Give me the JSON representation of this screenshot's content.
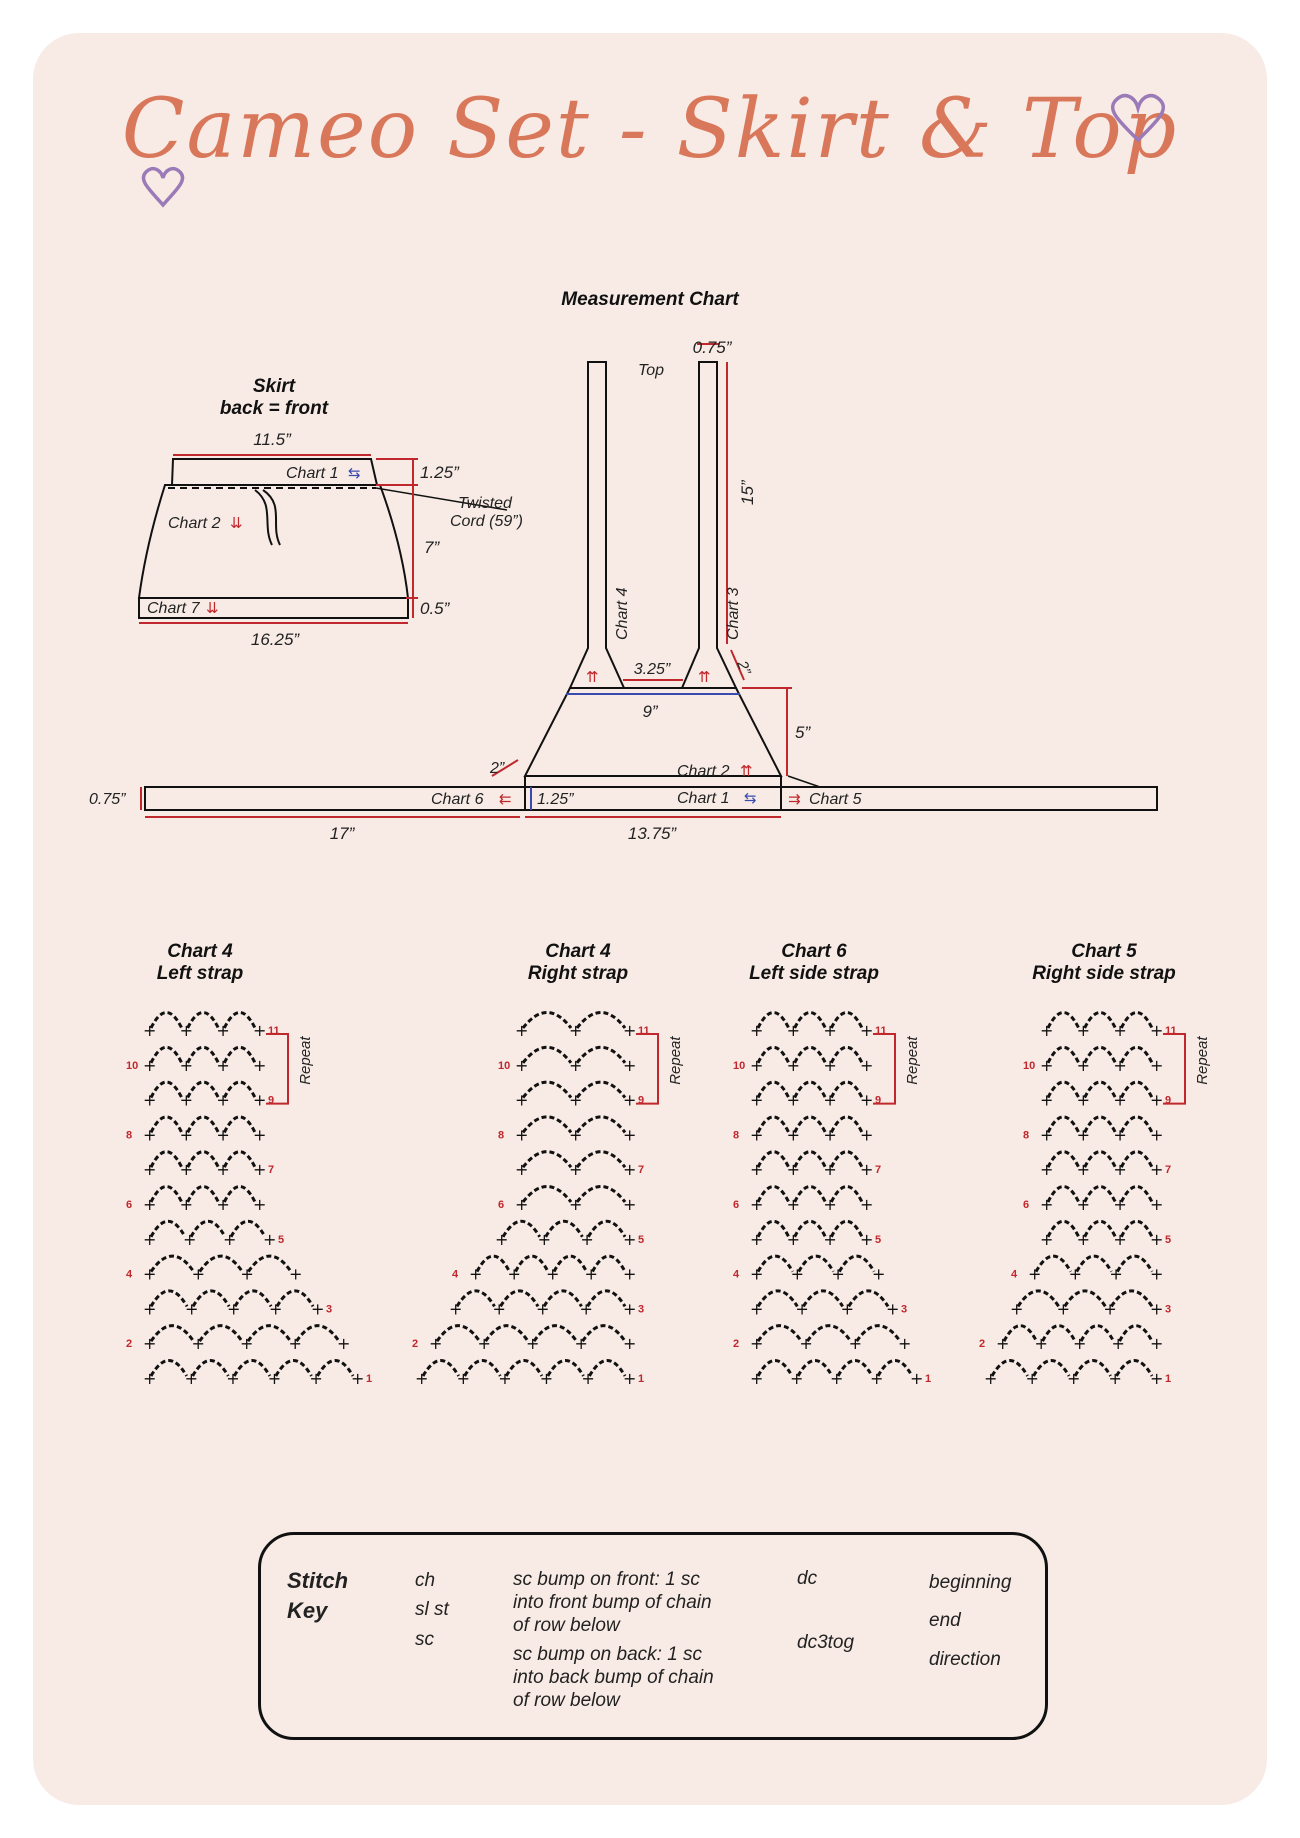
{
  "title": "Cameo Set - Skirt & Top",
  "measurement_chart": {
    "heading": "Measurement Chart",
    "skirt": {
      "title": "Skirt",
      "subtitle": "back = front",
      "top_width": "11.5”",
      "bottom_width": "16.25”",
      "band_height": "1.25”",
      "body_height": "7”",
      "hem_height": "0.5”",
      "chart1": "Chart 1",
      "chart2": "Chart 2",
      "chart7": "Chart 7",
      "cord_line1": "Twisted",
      "cord_line2": "Cord (59”)"
    },
    "top": {
      "label": "Top",
      "strap_width": "0.75”",
      "strap_length": "15”",
      "chart4": "Chart 4",
      "chart3": "Chart 3",
      "gap": "3.25”",
      "upper_width": "9”",
      "height": "5”",
      "diag": "2”",
      "side_diag": "2”",
      "chart2": "Chart 2",
      "chart1": "Chart 1",
      "chart6": "Chart 6",
      "chart5": "Chart 5",
      "band": "1.25”",
      "band_height": "0.75”",
      "left_length": "17”",
      "base_width": "13.75”"
    }
  },
  "stitch_charts": [
    {
      "title": "Chart 4",
      "subtitle": "Left strap"
    },
    {
      "title": "Chart 4",
      "subtitle": "Right strap"
    },
    {
      "title": "Chart 6",
      "subtitle": "Left side strap"
    },
    {
      "title": "Chart 5",
      "subtitle": "Right side strap"
    }
  ],
  "row_numbers": {
    "right": [
      "1",
      "3",
      "5",
      "7",
      "9",
      "11"
    ],
    "left": [
      "2",
      "4",
      "6",
      "8",
      "10"
    ]
  },
  "repeat_label": "Repeat",
  "stitch_key": {
    "title_line1": "Stitch",
    "title_line2": "Key",
    "ch": "ch",
    "slst": "sl st",
    "sc": "sc",
    "front_line1": "sc bump on front: 1 sc",
    "front_line2": "into front bump of chain",
    "front_line3": "of row below",
    "back_line1": "sc bump on back: 1 sc",
    "back_line2": "into back bump of chain",
    "back_line3": "of row below",
    "dc": "dc",
    "dc3tog": "dc3tog",
    "beginning": "beginning",
    "end": "end",
    "direction": "direction"
  },
  "colors": {
    "title": "#d9775a",
    "heart": "#9b7ab8",
    "accent_red": "#c0282d",
    "accent_blue": "#3a4bb0",
    "background": "#f8ebe5"
  }
}
